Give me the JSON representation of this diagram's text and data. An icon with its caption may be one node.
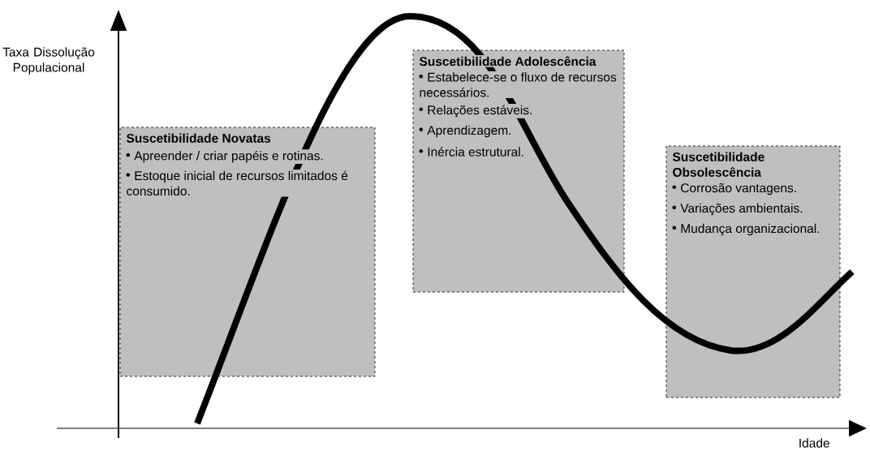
{
  "diagram": {
    "nodes": [
      {
        "text": [
          "Suscetibilidade Novatas",
          "Apreender / criar papéis e rotinas.",
          "Estoque inicial de recursos limitados é consumido."
        ]
      },
      {
        "text": [
          "Suscetibilidade Adolescência",
          "Estabelece-se o fluxo de recursos necessários.",
          "Relações estáveis.",
          "Aprendizagem.",
          "Inércia estrutural."
        ]
      },
      {
        "text": [
          "Suscetibilidade Obsolescência",
          "Corrosão vantagens.",
          "Variações ambientais.",
          "Mudança organizacional."
        ]
      }
    ],
    "edges": [],
    "labels": [
      "Taxa Dissolução Populacional",
      "Idade"
    ]
  }
}
